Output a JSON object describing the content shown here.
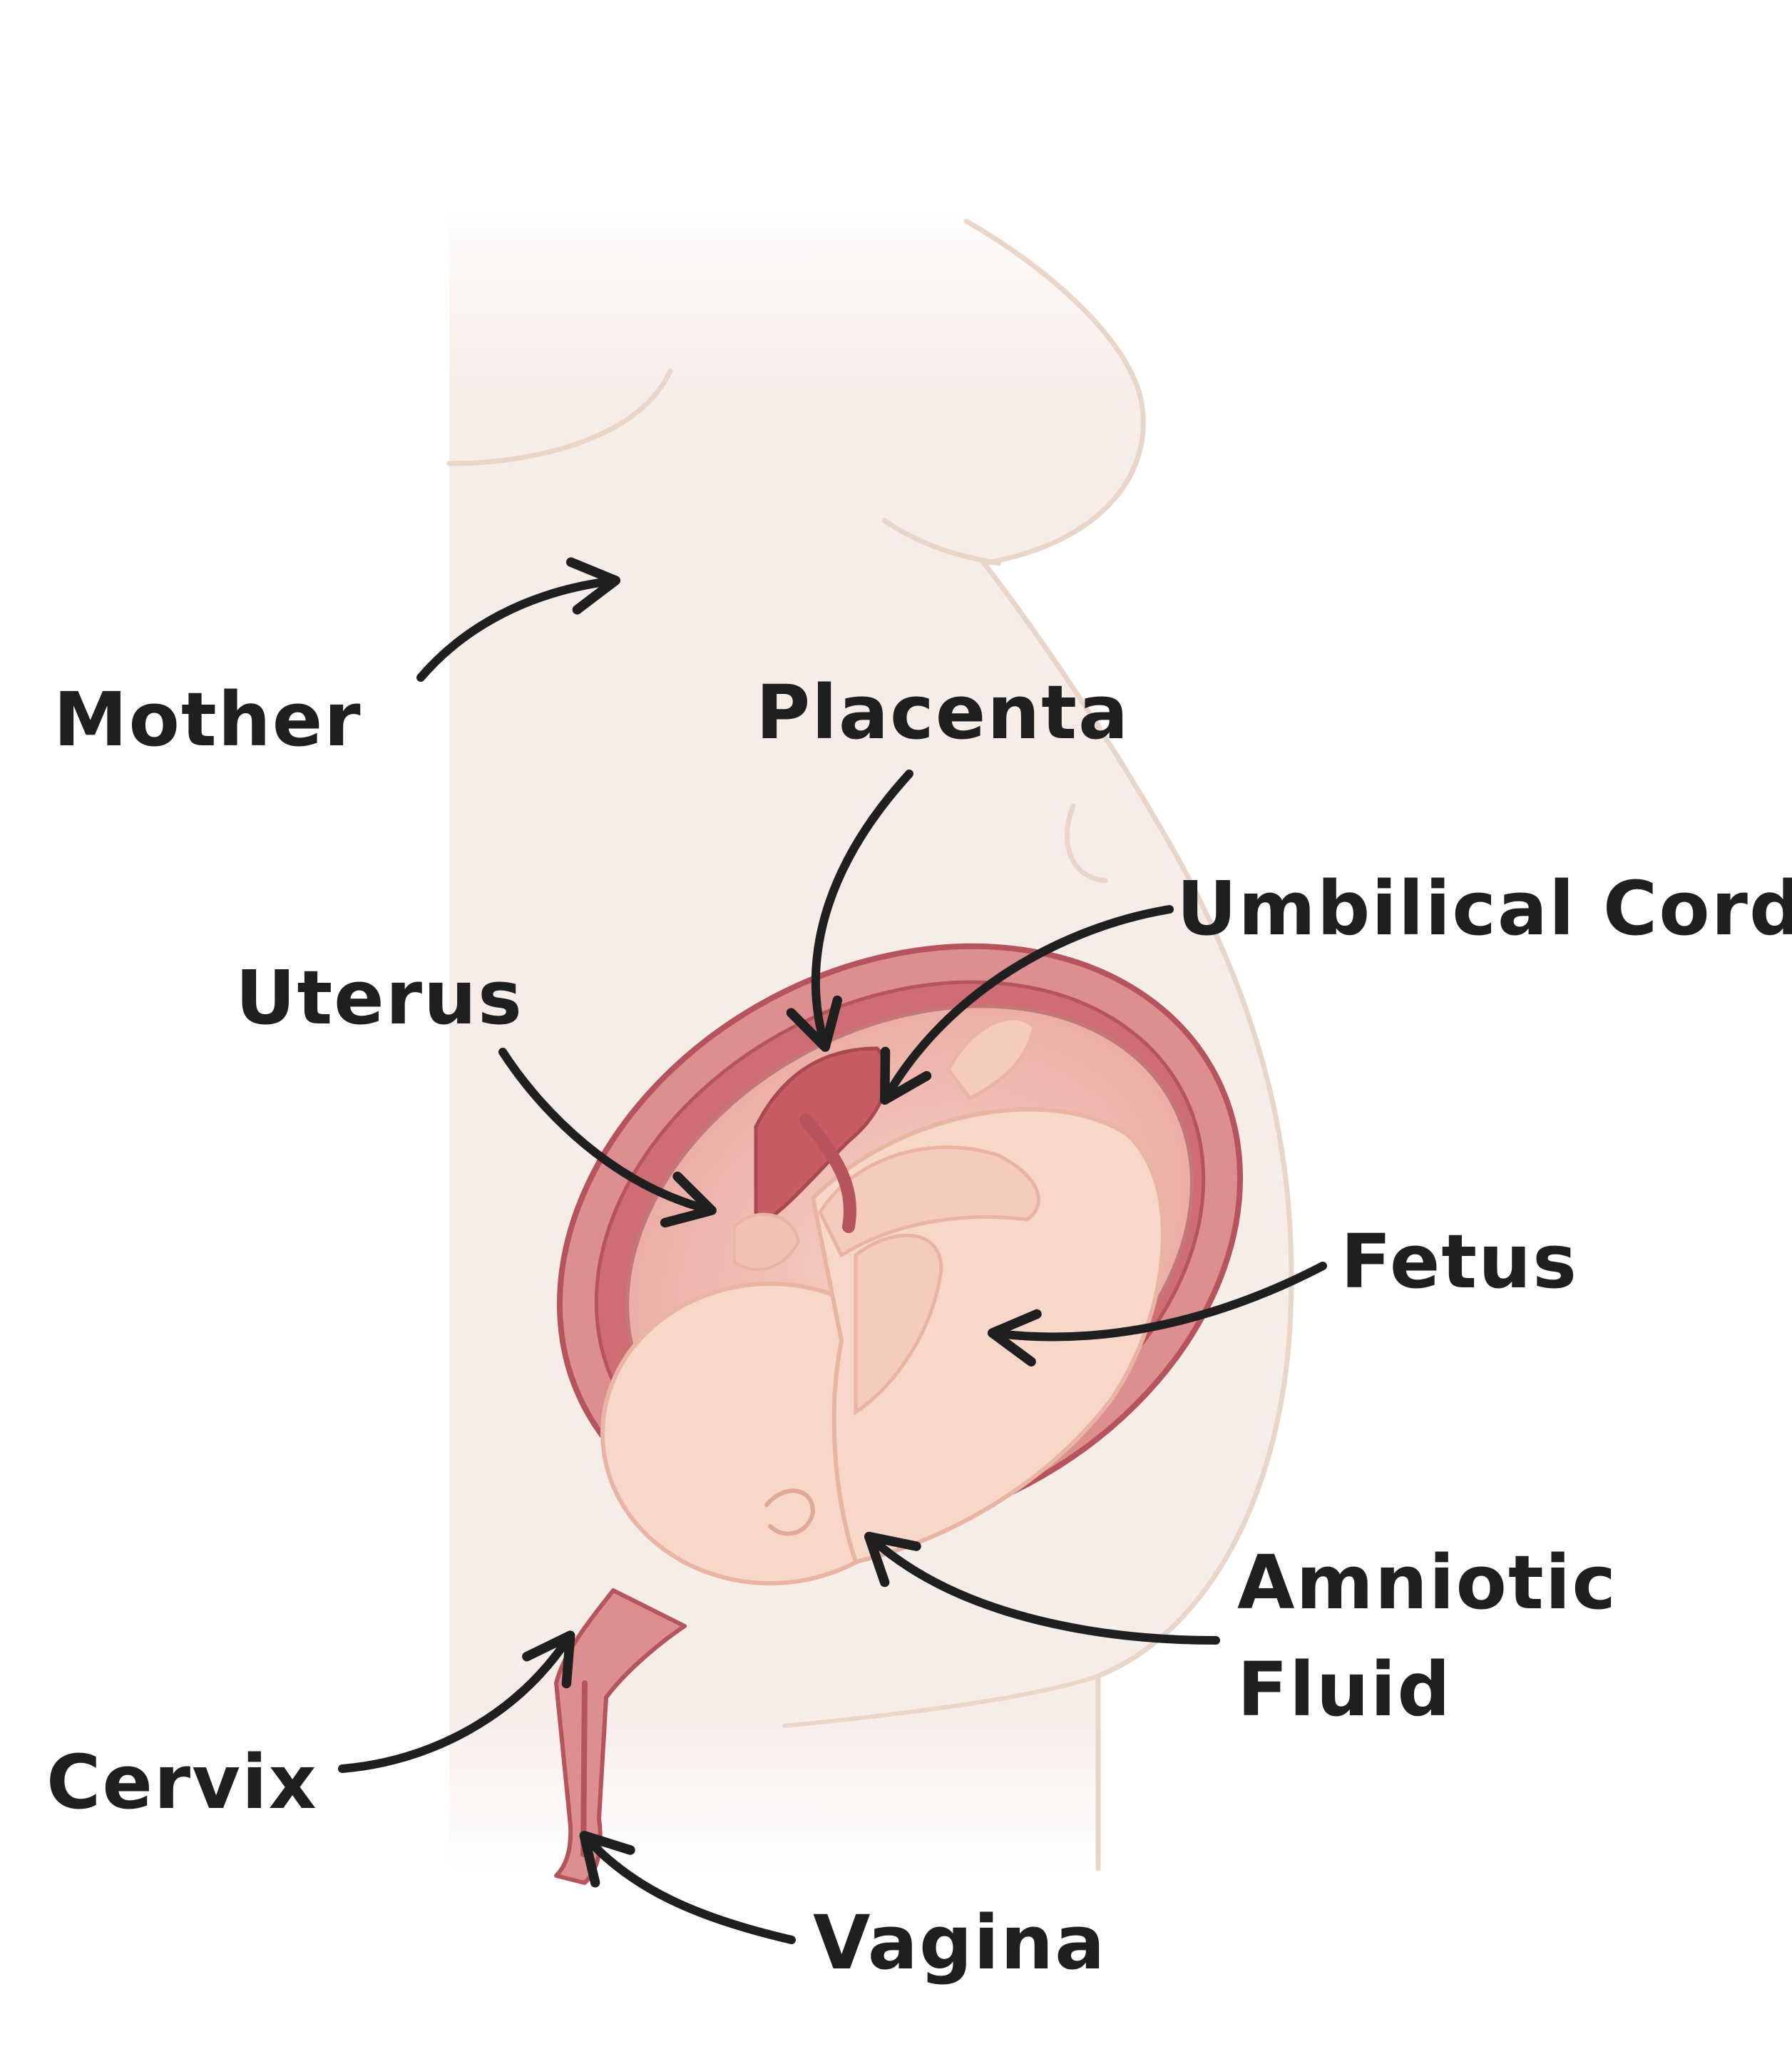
{
  "labels": {
    "mother": "Mother",
    "placenta": "Placenta",
    "umbilical_cord": "Umbilical Cord",
    "uterus": "Uterus",
    "fetus": "Fetus",
    "amniotic_fluid_line1": "Amniotic",
    "amniotic_fluid_line2": "Fluid",
    "cervix": "Cervix",
    "vagina": "Vagina"
  },
  "colors": {
    "text": "#1f1f1f",
    "arrow": "#1f1f1f",
    "body_fill": "#f6ece8",
    "body_outline": "#ead6c9",
    "uterus_wall": "#dc8e91",
    "uterus_dark": "#b5545c",
    "uterus_inner": "#ce6e74",
    "fluid": "#f2c3bb",
    "fetus": "#f7d7ca",
    "fetus_outline": "#e9b4a4"
  }
}
